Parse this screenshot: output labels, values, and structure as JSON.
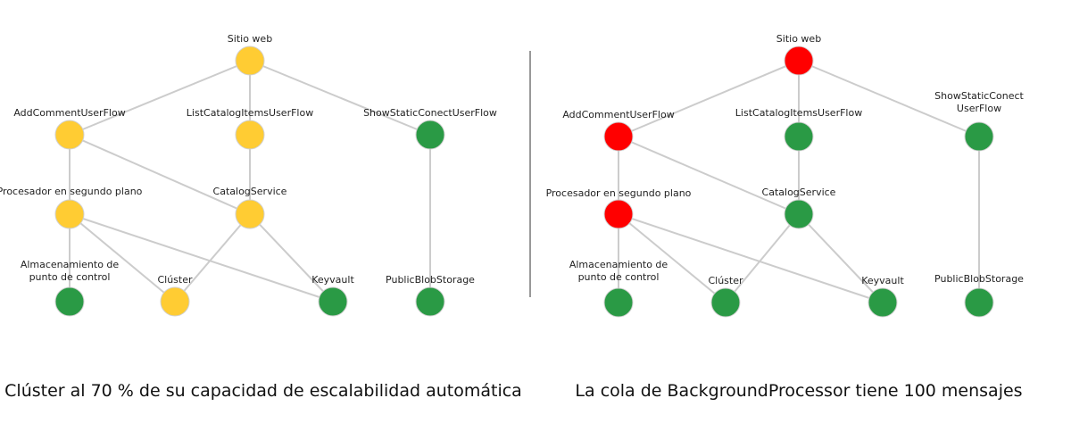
{
  "colors": {
    "yellow": "#ffcc33",
    "green": "#2a9a45",
    "red": "#ff0000"
  },
  "diagrams": [
    {
      "caption": "Clúster al 70 % de su capacidad de escalabilidad automática",
      "nodes": [
        {
          "id": "sitio",
          "label": "Sitio web",
          "color": "yellow"
        },
        {
          "id": "addcomment",
          "label": "AddCommentUserFlow",
          "color": "yellow"
        },
        {
          "id": "listcatalog",
          "label": "ListCatalogItemsUserFlow",
          "color": "yellow"
        },
        {
          "id": "showstatic",
          "label": "ShowStaticConectUserFlow",
          "color": "green"
        },
        {
          "id": "procesador",
          "label": "Procesador en segundo plano",
          "color": "yellow"
        },
        {
          "id": "catalog",
          "label": "CatalogService",
          "color": "yellow"
        },
        {
          "id": "almacen",
          "label": "Almacenamiento de\npunto de control",
          "color": "green"
        },
        {
          "id": "cluster",
          "label": "Clúster",
          "color": "yellow"
        },
        {
          "id": "keyvault",
          "label": "Keyvault",
          "color": "green"
        },
        {
          "id": "publicblob",
          "label": "PublicBlobStorage",
          "color": "green"
        }
      ]
    },
    {
      "caption": "La cola de BackgroundProcessor tiene 100 mensajes",
      "nodes": [
        {
          "id": "sitio",
          "label": "Sitio web",
          "color": "red"
        },
        {
          "id": "addcomment",
          "label": "AddCommentUserFlow",
          "color": "red"
        },
        {
          "id": "listcatalog",
          "label": "ListCatalogItemsUserFlow",
          "color": "green"
        },
        {
          "id": "showstatic",
          "label": "ShowStaticConect\nUserFlow",
          "color": "green"
        },
        {
          "id": "procesador",
          "label": "Procesador en segundo plano",
          "color": "red"
        },
        {
          "id": "catalog",
          "label": "CatalogService",
          "color": "green"
        },
        {
          "id": "almacen",
          "label": "Almacenamiento de\npunto de control",
          "color": "green"
        },
        {
          "id": "cluster",
          "label": "Clúster",
          "color": "green"
        },
        {
          "id": "keyvault",
          "label": "Keyvault",
          "color": "green"
        },
        {
          "id": "publicblob",
          "label": "PublicBlobStorage",
          "color": "green"
        }
      ]
    }
  ],
  "edges": [
    [
      "sitio",
      "addcomment"
    ],
    [
      "sitio",
      "listcatalog"
    ],
    [
      "sitio",
      "showstatic"
    ],
    [
      "addcomment",
      "procesador"
    ],
    [
      "addcomment",
      "catalog"
    ],
    [
      "listcatalog",
      "catalog"
    ],
    [
      "showstatic",
      "publicblob"
    ],
    [
      "procesador",
      "almacen"
    ],
    [
      "procesador",
      "cluster"
    ],
    [
      "procesador",
      "keyvault"
    ],
    [
      "catalog",
      "cluster"
    ],
    [
      "catalog",
      "keyvault"
    ]
  ]
}
